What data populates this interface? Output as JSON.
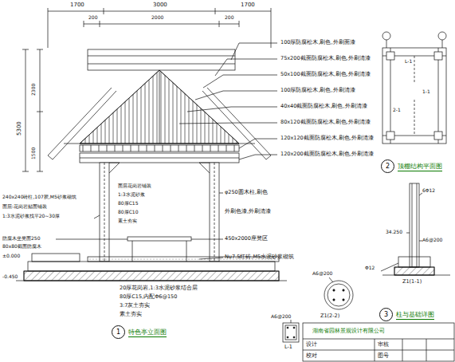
{
  "diagram": {
    "nodes": [
      {
        "text": [
          "1",
          "特色亭立面图"
        ]
      },
      {
        "text": [
          "2",
          "顶棚结构平面图"
        ]
      },
      {
        "text": [
          "3",
          "柱与基础详图"
        ]
      },
      {
        "text": [
          "湖南省园林景观设计有限公司"
        ]
      }
    ],
    "labels": [
      "1700",
      "3000",
      "1700",
      "200",
      "2000",
      "200",
      "5300",
      "1500",
      "2300",
      "100厚防腐松木,刷色,外刷面漆",
      "75x200截面防腐松木,刷色,外刷清漆",
      "50x100截面防腐松木,刷色,外刷清漆",
      "100厚防腐松木,刷色,外刷清漆",
      "40x40截面防腐松木,刷色,外刷清漆",
      "80x120截面防腐松木,刷色,外刷清漆",
      "120x120截面防腐松木,刷色,外刷清漆",
      "120x200截面防腐松木,刷色,外刷清漆",
      "φ250圆木柱,刷色",
      "外刷色漆,外刷清漆",
      "450x2000座凳区",
      "Nu7.5红砖,M5水泥砂浆砌筑",
      "面层花岗岩铺装",
      "1:3水泥砂浆",
      "80厚C15",
      "80厚C10",
      "素土夯实",
      "240x240砖柱,107胶,M5砂浆砌筑",
      "面层:花岗岩贴面铺装",
      "1:3水泥砂浆找平20~30厚",
      "防腐木坐凳面250",
      "80x80截面防腐木",
      "±0.000",
      "20厚花岗岩,1:3水泥砂浆结合层",
      "80厚C15,内配Φ6@150",
      "3:7灰土夯实",
      "素土夯实",
      "Z1(1-1)",
      "Z1(2-2)",
      "L-1",
      "A6@200",
      "Φ12",
      "34.250",
      "6Φ12",
      "A6@200",
      "2-1",
      "L-1",
      "1-1",
      "A6@200",
      "-0.450",
      "设计",
      "校对",
      "审核",
      "图号"
    ]
  }
}
